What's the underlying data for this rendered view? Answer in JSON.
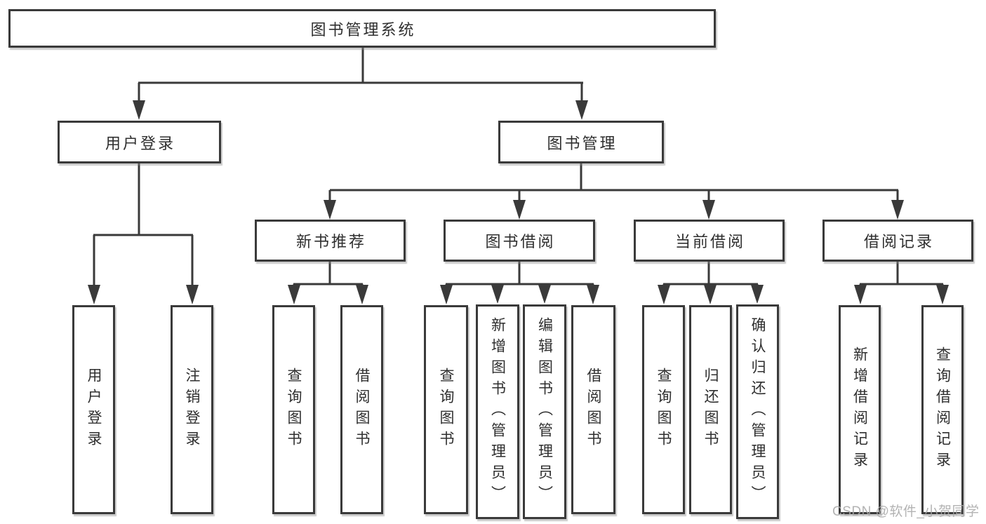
{
  "diagram": {
    "root": {
      "label": "图书管理系统"
    },
    "branches": [
      {
        "label": "用户登录",
        "children": [
          {
            "label": "用户登录"
          },
          {
            "label": "注销登录"
          }
        ]
      },
      {
        "label": "图书管理",
        "sections": [
          {
            "label": "新书推荐",
            "children": [
              {
                "label": "查询图书"
              },
              {
                "label": "借阅图书"
              }
            ]
          },
          {
            "label": "图书借阅",
            "children": [
              {
                "label": "查询图书"
              },
              {
                "label": "新增图书（管理员）"
              },
              {
                "label": "编辑图书（管理员）"
              },
              {
                "label": "借阅图书"
              }
            ]
          },
          {
            "label": "当前借阅",
            "children": [
              {
                "label": "查询图书"
              },
              {
                "label": "归还图书"
              },
              {
                "label": "确认归还（管理员）"
              }
            ]
          },
          {
            "label": "借阅记录",
            "children": [
              {
                "label": "新增借阅记录"
              },
              {
                "label": "查询借阅记录"
              }
            ]
          }
        ]
      }
    ],
    "watermark": "CSDN @软件_小贺同学",
    "colors": {
      "line": "#3a3a3a",
      "box_background": "#ffffff",
      "text": "#2f2f2f",
      "watermark": "#a8a8a8"
    }
  }
}
